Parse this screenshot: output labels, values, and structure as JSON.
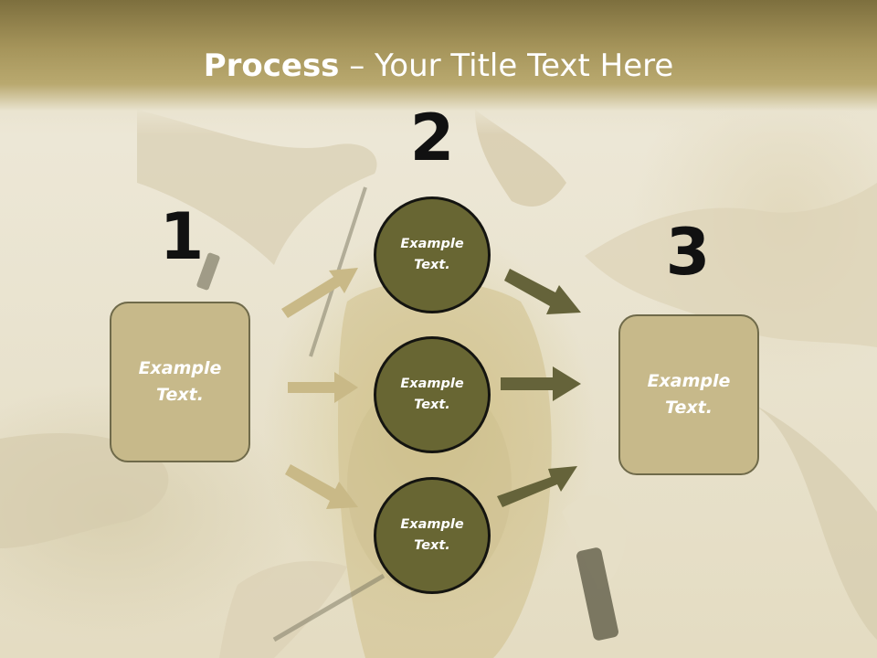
{
  "slide": {
    "title_bold": "Process",
    "title_rest": " – Your Title Text Here",
    "steps": [
      {
        "number": "1",
        "text": "Example Text."
      },
      {
        "number": "2",
        "text_top": "Example Text.",
        "text_middle": "Example Text.",
        "text_bottom": "Example Text."
      },
      {
        "number": "3",
        "text": "Example Text."
      }
    ]
  },
  "colors": {
    "header": "#a5945a",
    "box_fill": "#c7b98a",
    "circle_fill": "#686633",
    "arrow_left": "#c9b987",
    "arrow_right": "#65633a"
  }
}
